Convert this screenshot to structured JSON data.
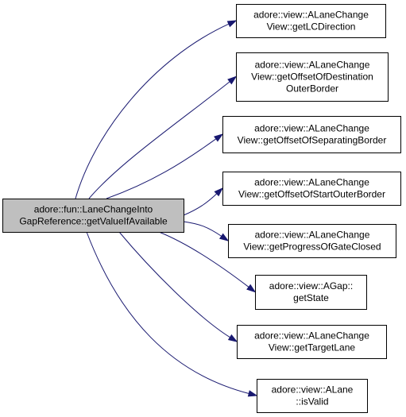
{
  "colors": {
    "edge": "#191970",
    "source_fill": "#bfbfbf",
    "target_fill": "#ffffff",
    "border": "#000000"
  },
  "source": {
    "lines": [
      "adore::fun::LaneChangeInto",
      "GapReference::getValueIfAvailable"
    ]
  },
  "targets": [
    {
      "lines": [
        "adore::view::ALaneChange",
        "View::getLCDirection"
      ]
    },
    {
      "lines": [
        "adore::view::ALaneChange",
        "View::getOffsetOfDestination",
        "OuterBorder"
      ]
    },
    {
      "lines": [
        "adore::view::ALaneChange",
        "View::getOffsetOfSeparatingBorder"
      ]
    },
    {
      "lines": [
        "adore::view::ALaneChange",
        "View::getOffsetOfStartOuterBorder"
      ]
    },
    {
      "lines": [
        "adore::view::ALaneChange",
        "View::getProgressOfGateClosed"
      ]
    },
    {
      "lines": [
        "adore::view::AGap::",
        "getState"
      ]
    },
    {
      "lines": [
        "adore::view::ALaneChange",
        "View::getTargetLane"
      ]
    },
    {
      "lines": [
        "adore::view::ALane",
        "::isValid"
      ]
    }
  ]
}
